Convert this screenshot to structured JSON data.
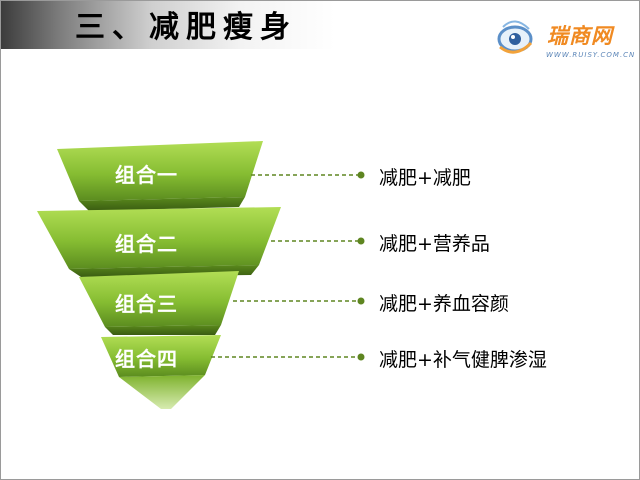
{
  "title": "三、减肥瘦身",
  "logo": {
    "name": "瑞商网",
    "url": "WWW.RUISY.COM.CN",
    "icon": "eye-swirl-icon"
  },
  "colors": {
    "funnel_top": "#9ccf3e",
    "funnel_mid": "#72a92a",
    "funnel_dark": "#466d17",
    "connector": "#5e8520",
    "label": "#ffffff"
  },
  "combos": [
    {
      "label": "组合一",
      "text": "减肥+减肥"
    },
    {
      "label": "组合二",
      "text": "减肥+营养品"
    },
    {
      "label": "组合三",
      "text": "减肥+养血容颜"
    },
    {
      "label": "组合四",
      "text": "减肥+补气健脾渗湿"
    }
  ]
}
